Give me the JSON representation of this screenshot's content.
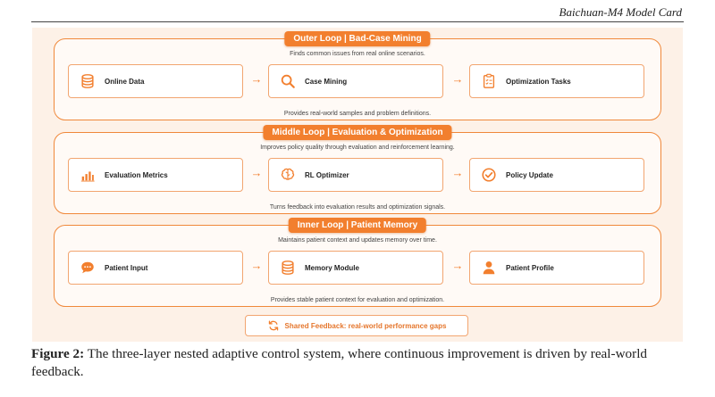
{
  "header": {
    "running_title": "Baichuan-M4 Model Card"
  },
  "colors": {
    "accent": "#f27f2e",
    "border": "#f0883a",
    "panel_bg": "#fdf1e7"
  },
  "loops": {
    "outer": {
      "title": "Outer Loop | Bad-Case Mining",
      "description": "Finds common issues from real online scenarios.",
      "note": "Provides real-world samples and problem definitions.",
      "nodes": [
        {
          "label": "Online Data",
          "icon": "database-icon"
        },
        {
          "label": "Case Mining",
          "icon": "search-icon"
        },
        {
          "label": "Optimization Tasks",
          "icon": "checklist-icon"
        }
      ]
    },
    "middle": {
      "title": "Middle Loop | Evaluation & Optimization",
      "description": "Improves policy quality through evaluation and reinforcement learning.",
      "note": "Turns feedback into evaluation results and optimization signals.",
      "nodes": [
        {
          "label": "Evaluation Metrics",
          "icon": "bar-chart-icon"
        },
        {
          "label": "RL Optimizer",
          "icon": "brain-icon"
        },
        {
          "label": "Policy Update",
          "icon": "check-circle-icon"
        }
      ]
    },
    "inner": {
      "title": "Inner Loop | Patient Memory",
      "description": "Maintains patient context and updates memory over time.",
      "note": "Provides stable patient context for evaluation and optimization.",
      "nodes": [
        {
          "label": "Patient Input",
          "icon": "chat-bubble-icon"
        },
        {
          "label": "Memory Module",
          "icon": "database-icon"
        },
        {
          "label": "Patient Profile",
          "icon": "user-icon"
        }
      ]
    }
  },
  "arrow_glyph": "→",
  "shared_feedback": {
    "label": "Shared Feedback: real-world performance gaps",
    "icon": "refresh-icon"
  },
  "caption": {
    "label": "Figure 2:",
    "text": " The three-layer nested adaptive control system, where continuous improvement is driven by real-world feedback."
  }
}
